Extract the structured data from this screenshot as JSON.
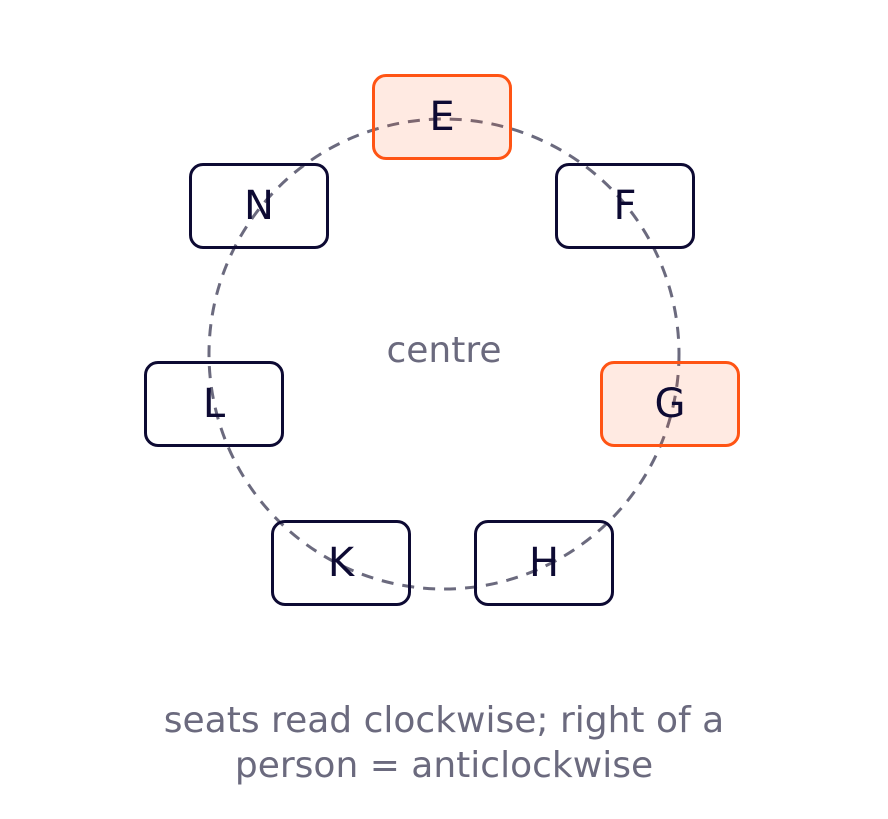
{
  "diagram": {
    "centre_label": "centre",
    "caption_lines": [
      "seats read clockwise; right of a",
      "person = anticlockwise"
    ],
    "seats": [
      {
        "label": "E",
        "highlighted": true
      },
      {
        "label": "F",
        "highlighted": false
      },
      {
        "label": "G",
        "highlighted": true
      },
      {
        "label": "H",
        "highlighted": false
      },
      {
        "label": "K",
        "highlighted": false
      },
      {
        "label": "L",
        "highlighted": false
      },
      {
        "label": "N",
        "highlighted": false
      }
    ],
    "colors": {
      "highlight": "#ff5414",
      "highlight_fill": "#fdece6",
      "ink": "#0d0a33",
      "muted": "#6b6a7e"
    }
  }
}
